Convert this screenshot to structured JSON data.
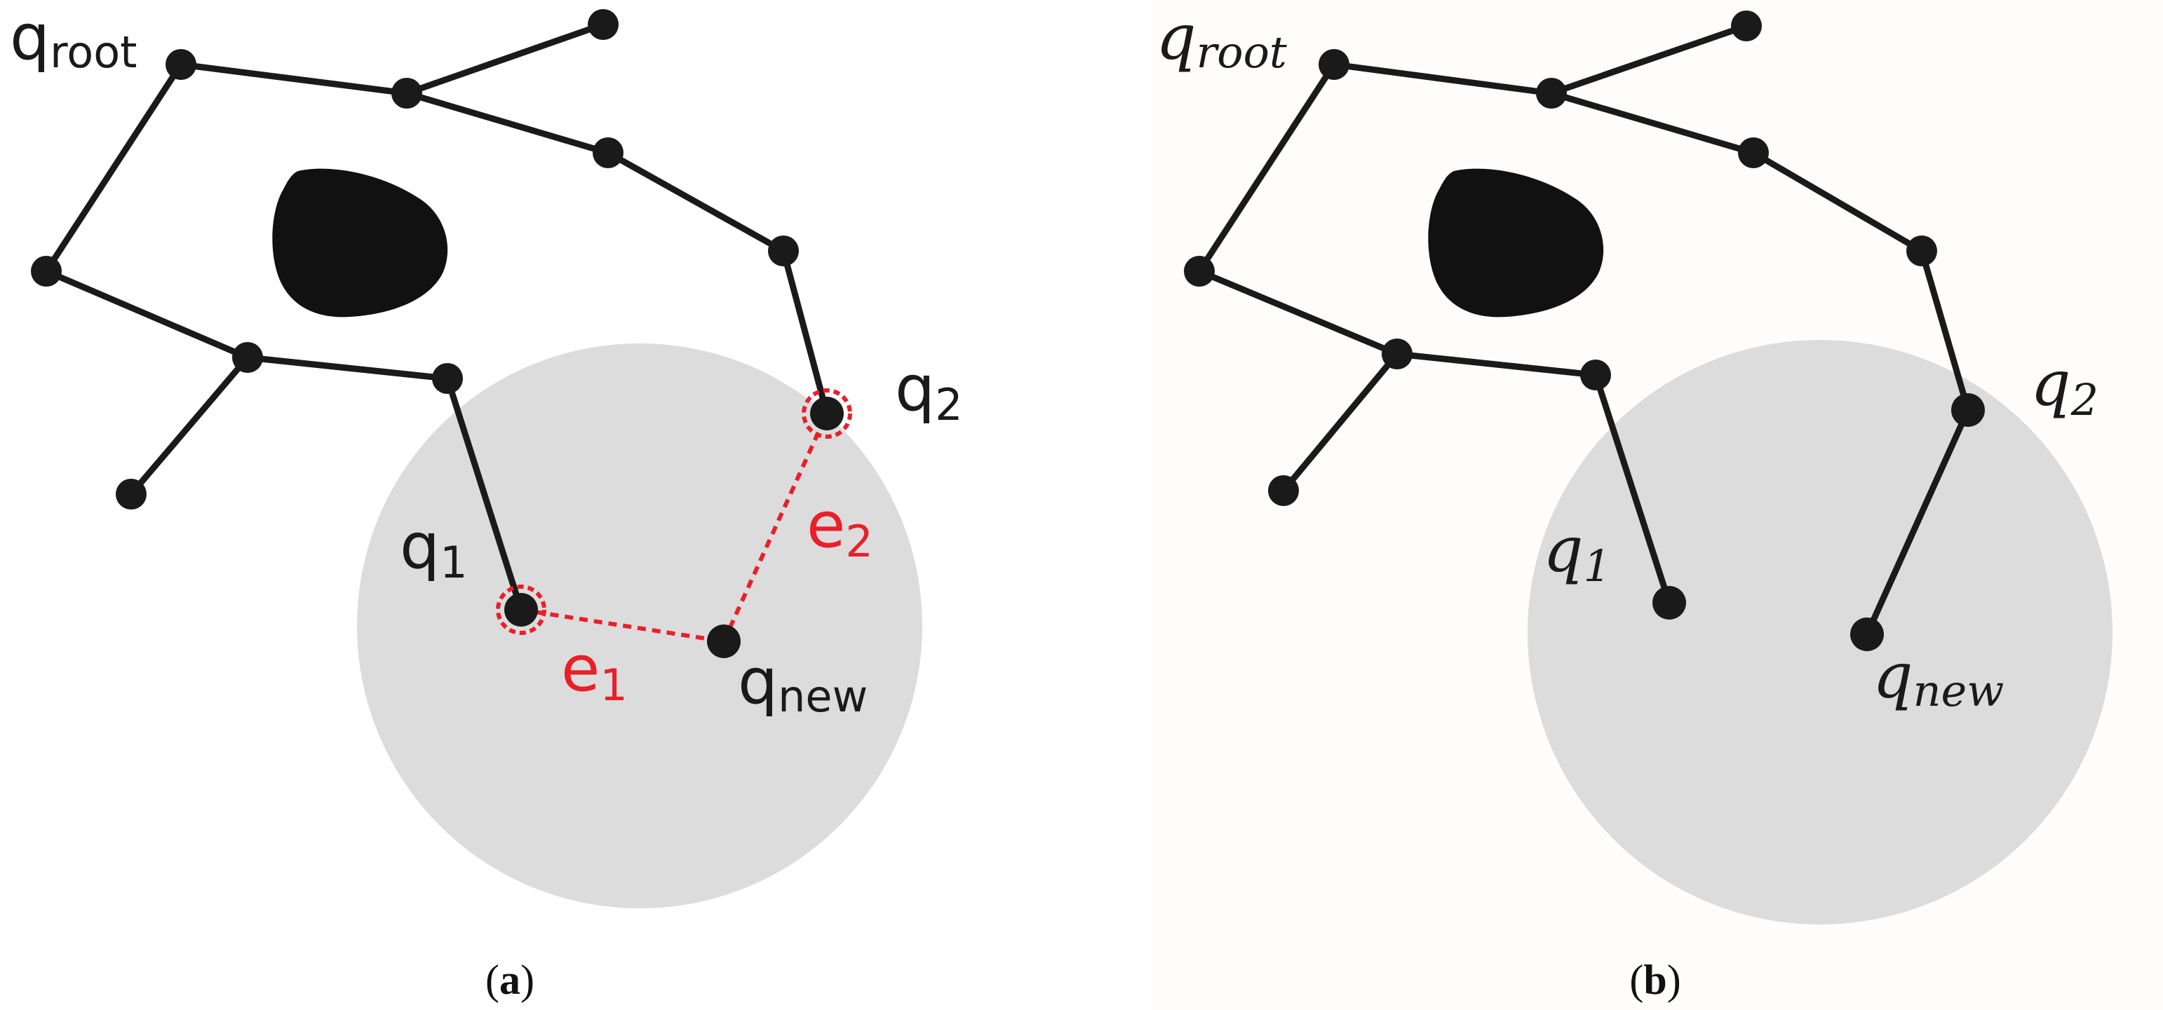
{
  "colors": {
    "tree": "#1a1a1a",
    "obstacle": "#111111",
    "neighborhood": "#dcdcdc",
    "highlight": "#e8202a",
    "panel_b_background": "#fefdfb"
  },
  "panel_a": {
    "labels": {
      "root": {
        "main": "q",
        "sub": "root"
      },
      "q1": {
        "main": "q",
        "sub": "1"
      },
      "q2": {
        "main": "q",
        "sub": "2"
      },
      "qnew": {
        "main": "q",
        "sub": "new"
      },
      "e1": {
        "main": "e",
        "sub": "1"
      },
      "e2": {
        "main": "e",
        "sub": "2"
      }
    },
    "caption": {
      "open": "(",
      "letter": "a",
      "close": ")"
    }
  },
  "panel_b": {
    "labels": {
      "root": {
        "main": "q",
        "sub": "root"
      },
      "q1": {
        "main": "q",
        "sub": "1"
      },
      "q2": {
        "main": "q",
        "sub": "2"
      },
      "qnew": {
        "main": "q",
        "sub": "new"
      }
    },
    "caption": {
      "open": "(",
      "letter": "b",
      "close": ")"
    }
  }
}
